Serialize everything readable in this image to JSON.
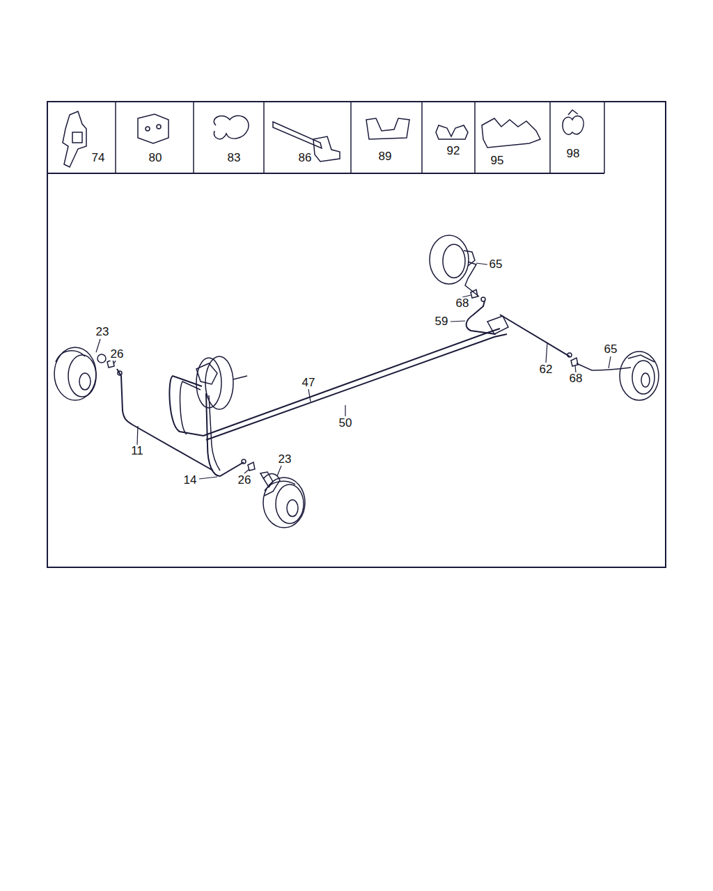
{
  "diagram": {
    "labels": [
      "74",
      "80",
      "83",
      "86",
      "89",
      "92",
      "95",
      "98",
      "65",
      "68",
      "59",
      "23",
      "26",
      "47",
      "62",
      "65",
      "68",
      "50",
      "11",
      "14",
      "26",
      "23"
    ]
  }
}
